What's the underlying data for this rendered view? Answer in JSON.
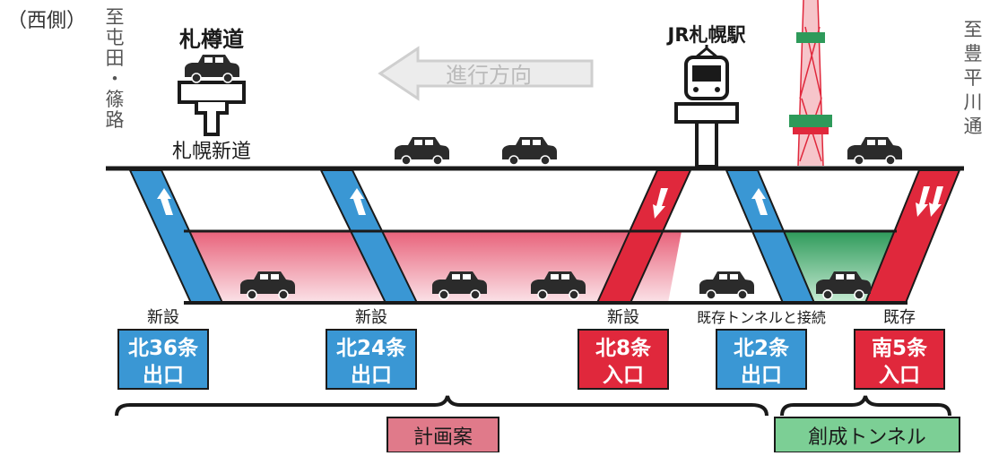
{
  "west_side": "（西側）",
  "west_dest": [
    "至",
    "屯",
    "田",
    "・",
    "篠",
    "路"
  ],
  "east_dest": [
    "至",
    "豊",
    "平",
    "川",
    "通"
  ],
  "overpass_label": "札樽道",
  "road_label": "札幌新道",
  "direction_label": "進行方向",
  "station_label": "JR札幌駅",
  "ramps": [
    {
      "status": "新設",
      "line1": "北36条",
      "line2": "出口",
      "kind": "exit"
    },
    {
      "status": "新設",
      "line1": "北24条",
      "line2": "出口",
      "kind": "exit"
    },
    {
      "status": "新設",
      "line1": "北8条",
      "line2": "入口",
      "kind": "entrance"
    },
    {
      "status": "既存トンネルと接続",
      "line1": "北2条",
      "line2": "出口",
      "kind": "exit"
    },
    {
      "status": "既存",
      "line1": "南5条",
      "line2": "入口",
      "kind": "entrance"
    }
  ],
  "plan_label": "計画案",
  "tunnel_label": "創成トンネル",
  "colors": {
    "exit": "#3a97d4",
    "entrance": "#e0283c",
    "plan_zone": "#e8627a",
    "tunnel_zone": "#2e9a5a",
    "plan_box": "#e07a8a",
    "tunnel_box": "#7ccf95"
  }
}
